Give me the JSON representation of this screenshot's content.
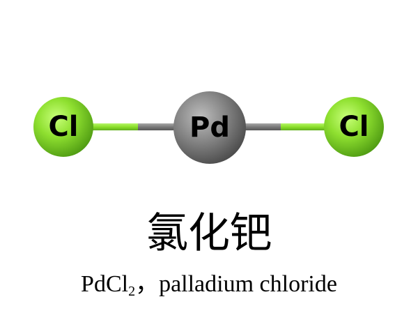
{
  "molecule": {
    "atoms": [
      {
        "id": "cl_left",
        "symbol": "Cl",
        "color": "#7ED321"
      },
      {
        "id": "pd",
        "symbol": "Pd",
        "color": "#7F7F7F"
      },
      {
        "id": "cl_right",
        "symbol": "Cl",
        "color": "#7ED321"
      }
    ],
    "bond_colors": {
      "chlorine": "#8CE02A",
      "palladium": "#7A7A7A"
    }
  },
  "caption": {
    "name_cn": "氯化钯",
    "formula_main": "PdCl",
    "formula_subscript": "2",
    "separator": "，",
    "name_en": "palladium chloride"
  }
}
